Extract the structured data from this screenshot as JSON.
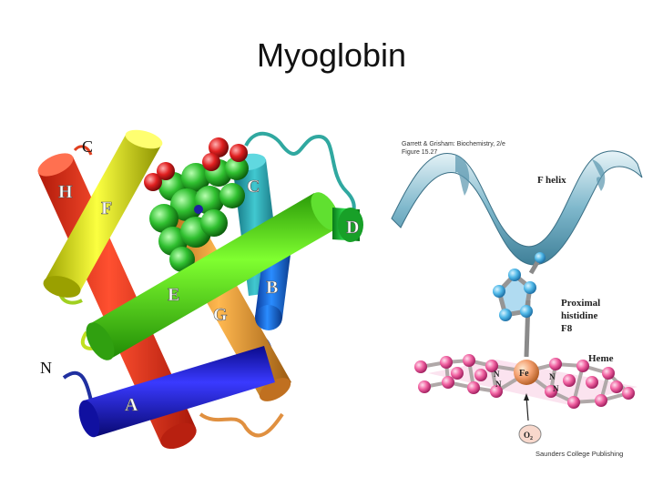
{
  "title": "Myoglobin",
  "left_panel": {
    "terminal_c": "C",
    "terminal_n": "N",
    "helix_labels": {
      "a": "A",
      "b": "B",
      "c": "C",
      "d": "D",
      "e": "E",
      "f": "F",
      "g": "G",
      "h": "H"
    },
    "helix_colors": {
      "a": "#1a1ad6",
      "b": "#1a6fe0",
      "c": "#1aa0a8",
      "d": "#19b830",
      "e": "#55e010",
      "f": "#d8e010",
      "g": "#f0a030",
      "h": "#e83a18"
    }
  },
  "right_panel": {
    "credit_line1": "Garrett & Grisham: Biochemistry, 2/e",
    "credit_line2": "Figure 15.27",
    "f_helix": "F helix",
    "proximal_line1": "Proximal",
    "proximal_line2": "histidine",
    "proximal_line3": "F8",
    "heme": "Heme",
    "fe": "Fe",
    "n1": "N",
    "n2": "N",
    "n3": "N",
    "n4": "N",
    "o2": "O",
    "o2_sub": "2",
    "publisher": "Saunders College Publishing"
  }
}
